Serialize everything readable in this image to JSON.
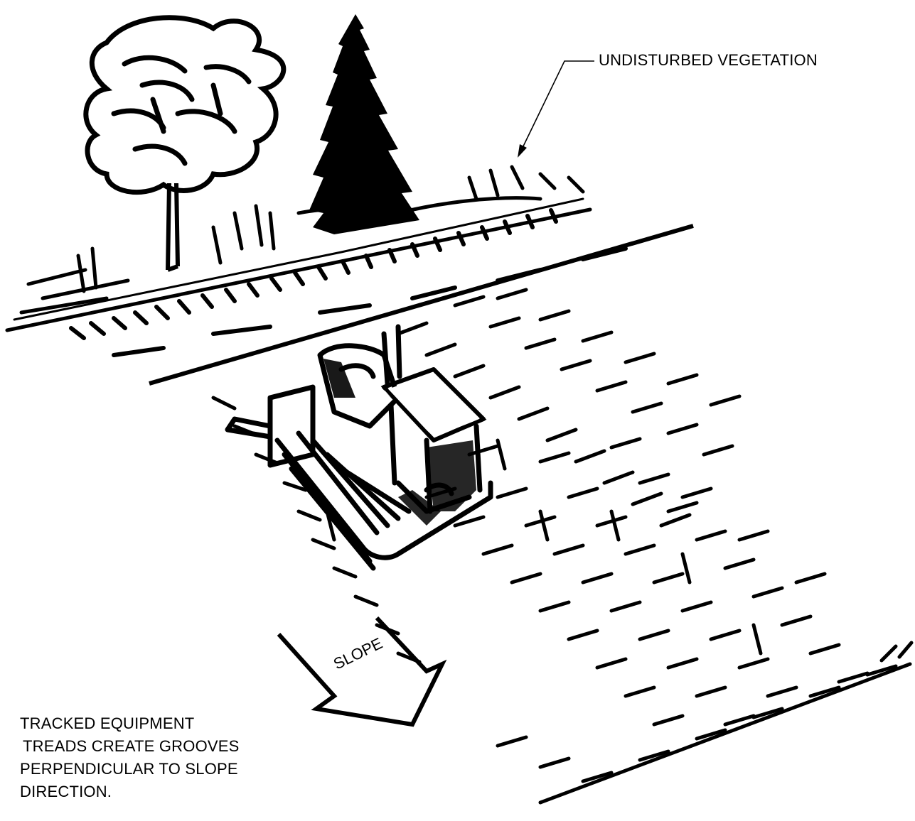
{
  "labels": {
    "vegetation": "UNDISTURBED VEGETATION",
    "slope": "SLOPE",
    "caption_lines": [
      "TRACKED EQUIPMENT",
      "TREADS CREATE GROOVES",
      "PERPENDICULAR TO SLOPE",
      "DIRECTION."
    ]
  },
  "icons": {
    "vegetation": "tree-icon",
    "equipment": "bulldozer-icon",
    "slope": "arrow-icon"
  },
  "colors": {
    "ink": "#000000",
    "paper": "#ffffff"
  }
}
